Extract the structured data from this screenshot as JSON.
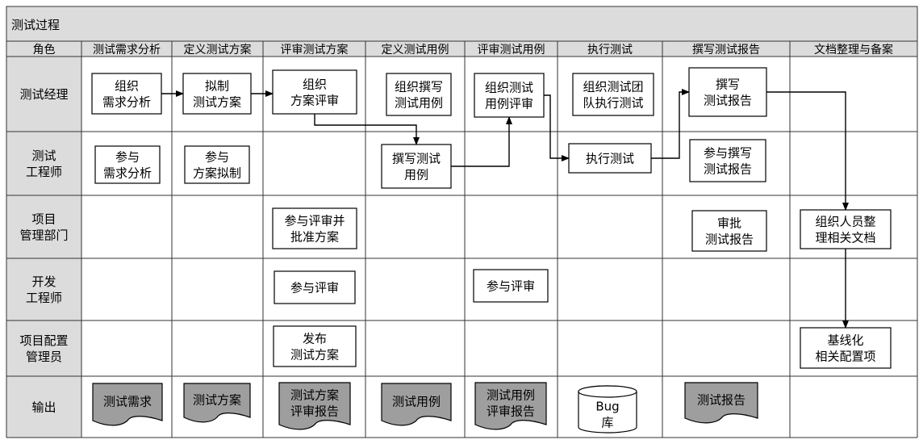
{
  "title": "测试过程",
  "columns": [
    {
      "id": "role",
      "label": "角色"
    },
    {
      "id": "req",
      "label": "测试需求分析"
    },
    {
      "id": "plan",
      "label": "定义测试方案"
    },
    {
      "id": "review_plan",
      "label": "评审测试方案"
    },
    {
      "id": "define_cases",
      "label": "定义测试用例"
    },
    {
      "id": "review_cases",
      "label": "评审测试用例"
    },
    {
      "id": "execute",
      "label": "执行测试"
    },
    {
      "id": "report",
      "label": "撰写测试报告"
    },
    {
      "id": "archive",
      "label": "文档整理与备案"
    }
  ],
  "rows": [
    {
      "id": "manager",
      "label": [
        "测试经理"
      ]
    },
    {
      "id": "engineer",
      "label": [
        "测试",
        "工程师"
      ]
    },
    {
      "id": "pm",
      "label": [
        "项目",
        "管理部门"
      ]
    },
    {
      "id": "dev",
      "label": [
        "开发",
        "工程师"
      ]
    },
    {
      "id": "config",
      "label": [
        "项目配置",
        "管理员"
      ]
    },
    {
      "id": "output",
      "label": [
        "输出"
      ]
    }
  ],
  "nodes": [
    {
      "id": "m_req",
      "row": "manager",
      "col": "req",
      "lines": [
        "组织",
        "需求分析"
      ]
    },
    {
      "id": "m_plan",
      "row": "manager",
      "col": "plan",
      "lines": [
        "拟制",
        "测试方案"
      ]
    },
    {
      "id": "m_review_plan",
      "row": "manager",
      "col": "review_plan",
      "lines": [
        "组织",
        "方案评审"
      ]
    },
    {
      "id": "m_define_cases",
      "row": "manager",
      "col": "define_cases",
      "lines": [
        "组织撰写",
        "测试用例"
      ]
    },
    {
      "id": "m_review_cases",
      "row": "manager",
      "col": "review_cases",
      "lines": [
        "组织测试",
        "用例评审"
      ]
    },
    {
      "id": "m_execute",
      "row": "manager",
      "col": "execute",
      "lines": [
        "组织测试团",
        "队执行测试"
      ]
    },
    {
      "id": "m_report",
      "row": "manager",
      "col": "report",
      "lines": [
        "撰写",
        "测试报告"
      ]
    },
    {
      "id": "e_req",
      "row": "engineer",
      "col": "req",
      "lines": [
        "参与",
        "需求分析"
      ]
    },
    {
      "id": "e_plan",
      "row": "engineer",
      "col": "plan",
      "lines": [
        "参与",
        "方案拟制"
      ]
    },
    {
      "id": "e_write_cases",
      "row": "engineer",
      "col": "define_cases",
      "lines": [
        "撰写测试",
        "用例"
      ]
    },
    {
      "id": "e_execute",
      "row": "engineer",
      "col": "execute",
      "lines": [
        "执行测试"
      ]
    },
    {
      "id": "e_report",
      "row": "engineer",
      "col": "report",
      "lines": [
        "参与撰写",
        "测试报告"
      ]
    },
    {
      "id": "p_review_plan",
      "row": "pm",
      "col": "review_plan",
      "lines": [
        "参与评审并",
        "批准方案"
      ]
    },
    {
      "id": "p_report",
      "row": "pm",
      "col": "report",
      "lines": [
        "审批",
        "测试报告"
      ]
    },
    {
      "id": "p_archive",
      "row": "pm",
      "col": "archive",
      "lines": [
        "组织人员整",
        "理相关文档"
      ]
    },
    {
      "id": "d_review_plan",
      "row": "dev",
      "col": "review_plan",
      "lines": [
        "参与评审"
      ]
    },
    {
      "id": "d_review_cases",
      "row": "dev",
      "col": "review_cases",
      "lines": [
        "参与评审"
      ]
    },
    {
      "id": "c_publish",
      "row": "config",
      "col": "review_plan",
      "lines": [
        "发布",
        "测试方案"
      ]
    },
    {
      "id": "c_baseline",
      "row": "config",
      "col": "archive",
      "lines": [
        "基线化",
        "相关配置项"
      ]
    }
  ],
  "outputs": [
    {
      "id": "o_req",
      "col": "req",
      "lines": [
        "测试需求"
      ],
      "shape": "document"
    },
    {
      "id": "o_plan",
      "col": "plan",
      "lines": [
        "测试方案"
      ],
      "shape": "document"
    },
    {
      "id": "o_review_plan",
      "col": "review_plan",
      "lines": [
        "测试方案",
        "评审报告"
      ],
      "shape": "document"
    },
    {
      "id": "o_cases",
      "col": "define_cases",
      "lines": [
        "测试用例"
      ],
      "shape": "document"
    },
    {
      "id": "o_review_cases",
      "col": "review_cases",
      "lines": [
        "测试用例",
        "评审报告"
      ],
      "shape": "document"
    },
    {
      "id": "o_bug",
      "col": "execute",
      "lines": [
        "Bug",
        "库"
      ],
      "shape": "database"
    },
    {
      "id": "o_report",
      "col": "report",
      "lines": [
        "测试报告"
      ],
      "shape": "document"
    }
  ],
  "edges": [
    {
      "from": "m_req",
      "to": "m_plan"
    },
    {
      "from": "m_plan",
      "to": "m_review_plan"
    },
    {
      "from": "m_review_plan",
      "to": "e_write_cases"
    },
    {
      "from": "e_write_cases",
      "to": "m_review_cases"
    },
    {
      "from": "m_review_cases",
      "to": "e_execute"
    },
    {
      "from": "e_execute",
      "to": "m_report"
    },
    {
      "from": "m_report",
      "to": "p_archive"
    },
    {
      "from": "p_archive",
      "to": "c_baseline"
    }
  ],
  "colors": {
    "header_fill": "#dcdcdc",
    "role_fill": "#dcdcdc",
    "output_fill": "#9e9e9e",
    "grid_line": "#333333",
    "node_border": "#000000",
    "text": "#000000"
  }
}
